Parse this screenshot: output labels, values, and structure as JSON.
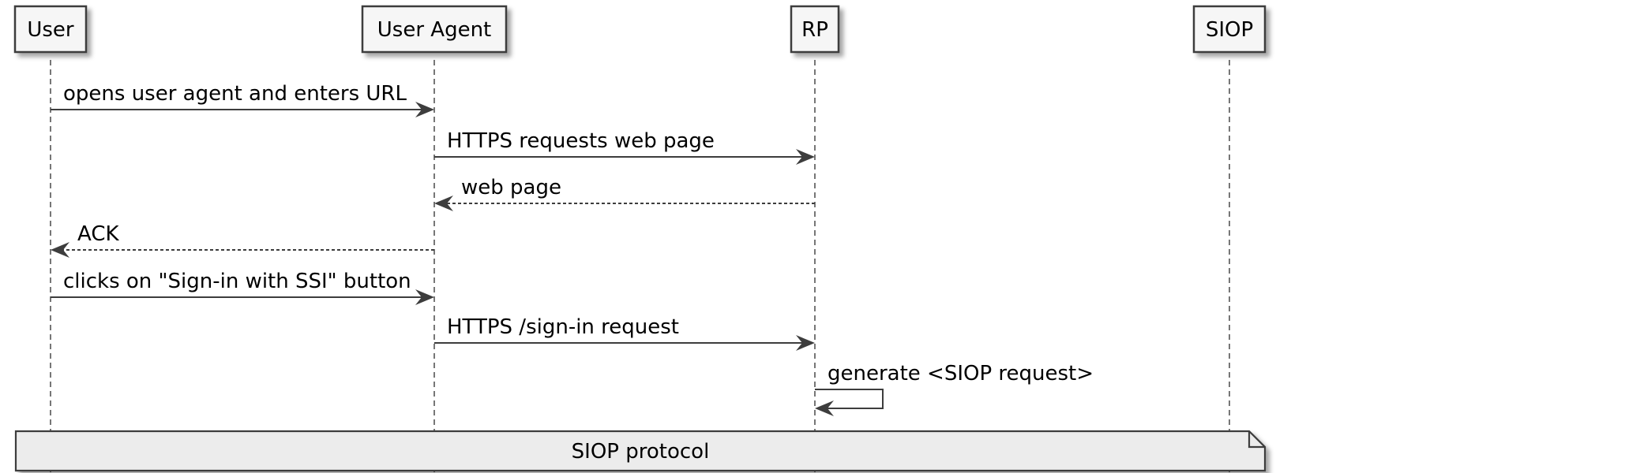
{
  "participants": [
    {
      "id": "user",
      "label": "User"
    },
    {
      "id": "user-agent",
      "label": "User Agent"
    },
    {
      "id": "rp",
      "label": "RP"
    },
    {
      "id": "siop",
      "label": "SIOP"
    }
  ],
  "messages": [
    {
      "from": "user",
      "to": "user-agent",
      "label": "opens user agent and enters URL",
      "style": "solid"
    },
    {
      "from": "user-agent",
      "to": "rp",
      "label": "HTTPS requests web page",
      "style": "solid"
    },
    {
      "from": "rp",
      "to": "user-agent",
      "label": "web page",
      "style": "dashed"
    },
    {
      "from": "user-agent",
      "to": "user",
      "label": "ACK",
      "style": "dashed"
    },
    {
      "from": "user",
      "to": "user-agent",
      "label": "clicks on \"Sign-in with SSI\" button",
      "style": "solid"
    },
    {
      "from": "user-agent",
      "to": "rp",
      "label": "HTTPS /sign-in request",
      "style": "solid"
    },
    {
      "from": "rp",
      "to": "rp",
      "label": "generate <SIOP request>",
      "style": "self"
    }
  ],
  "note": {
    "label": "SIOP protocol",
    "over": [
      "user",
      "siop"
    ]
  },
  "colors": {
    "line": "#3d3d3d",
    "lifeline": "#555555",
    "box_fill": "#f6f6f6",
    "box_stroke": "#3d3d3d",
    "note_fill": "#ececec"
  }
}
